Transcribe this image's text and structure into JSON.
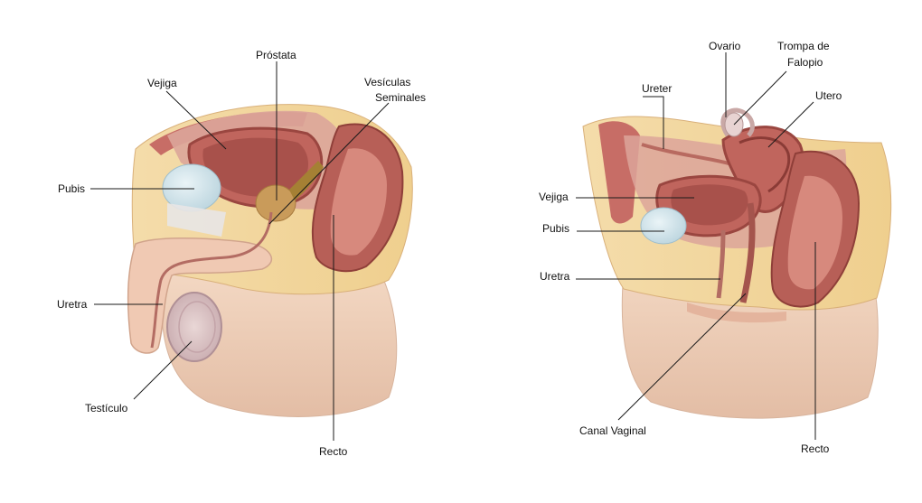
{
  "male": {
    "labels": {
      "prostata": "Próstata",
      "vejiga": "Vejiga",
      "vesiculas_1": "Vesículas",
      "vesiculas_2": "Seminales",
      "pubis": "Pubis",
      "uretra": "Uretra",
      "testiculo": "Testículo",
      "recto": "Recto"
    }
  },
  "female": {
    "labels": {
      "ovario": "Ovario",
      "trompa_1": "Trompa de",
      "trompa_2": "Falopio",
      "ureter": "Ureter",
      "utero": "Utero",
      "vejiga": "Vejiga",
      "pubis": "Pubis",
      "uretra": "Uretra",
      "canal_vaginal": "Canal Vaginal",
      "recto": "Recto"
    }
  },
  "colors": {
    "skin": "#f1d3bd",
    "skin_shade": "#d9ae94",
    "fat": "#f2d59a",
    "muscle": "#b35b54",
    "muscle_light": "#d98a7e",
    "bladder_inner": "#9e4a44",
    "bone": "#cfe2ea",
    "prostate": "#c99b5a"
  }
}
